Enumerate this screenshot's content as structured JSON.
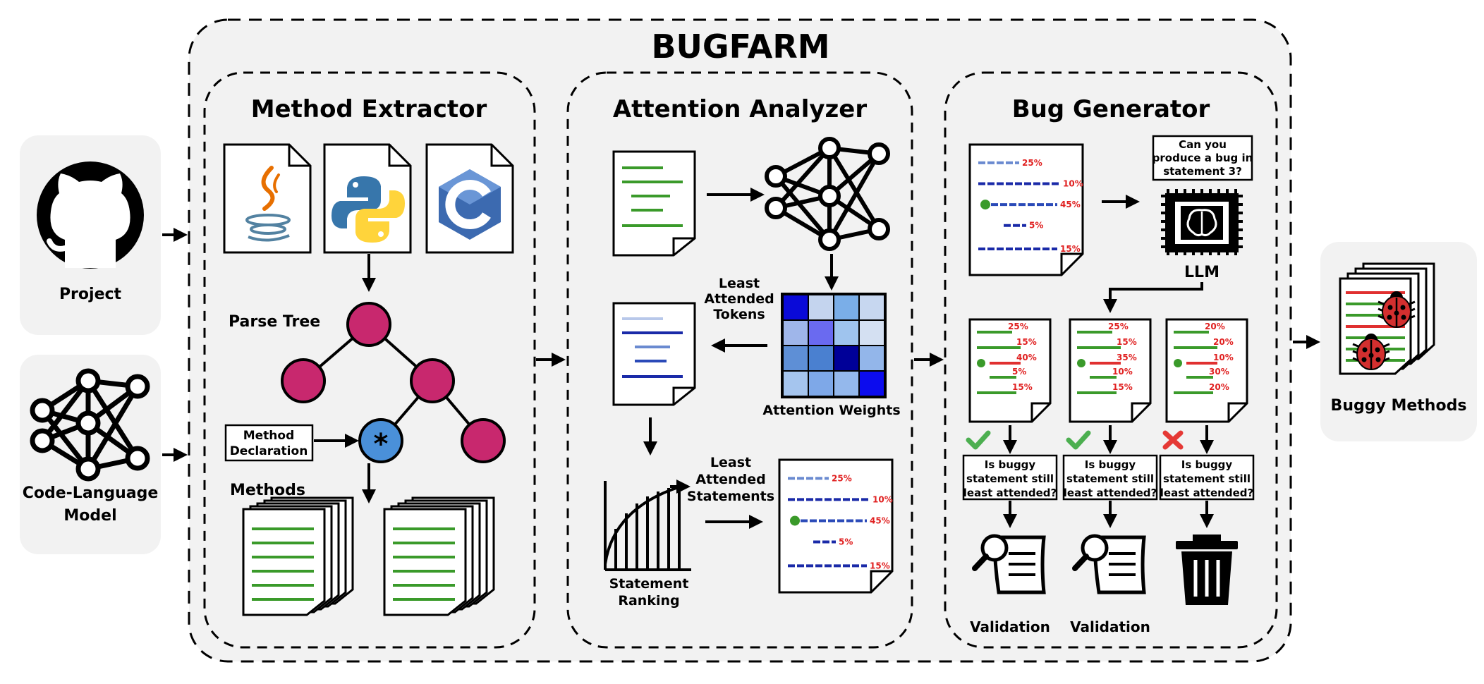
{
  "title": "BUGFARM",
  "inputs": {
    "project": "Project",
    "model_line1": "Code-Language",
    "model_line2": "Model"
  },
  "method_extractor": {
    "title": "Method Extractor",
    "parse_tree": "Parse Tree",
    "decl_line1": "Method",
    "decl_line2": "Declaration",
    "star": "*",
    "methods": "Methods"
  },
  "attention_analyzer": {
    "title": "Attention Analyzer",
    "least_tokens": [
      "Least",
      "Attended",
      "Tokens"
    ],
    "attention_weights": "Attention Weights",
    "least_statements": [
      "Least",
      "Attended",
      "Statements"
    ],
    "ranking": [
      "Statement",
      "Ranking"
    ],
    "doc_percents": [
      "25%",
      "10%",
      "45%",
      "5%",
      "15%"
    ]
  },
  "bug_generator": {
    "title": "Bug Generator",
    "doc_percents": [
      "25%",
      "10%",
      "45%",
      "5%",
      "15%"
    ],
    "prompt": [
      "Can you",
      "produce a bug in",
      "statement 3?"
    ],
    "llm": "LLM",
    "variants": [
      {
        "percents": [
          "25%",
          "15%",
          "40%",
          "5%",
          "15%"
        ],
        "check": "valid",
        "outcome": "Validation"
      },
      {
        "percents": [
          "25%",
          "15%",
          "35%",
          "10%",
          "15%"
        ],
        "check": "valid",
        "outcome": "Validation"
      },
      {
        "percents": [
          "20%",
          "20%",
          "10%",
          "30%",
          "20%"
        ],
        "check": "invalid",
        "outcome": ""
      }
    ],
    "question": [
      "Is buggy",
      "statement still",
      "least attended?"
    ]
  },
  "output": {
    "label": "Buggy Methods"
  },
  "colors": {
    "panel": "#f2f2f2",
    "green_line": "#3a9a2a",
    "red_line": "#e03030",
    "node_pink": "#c8286e",
    "node_blue": "#4a90d9",
    "check": "#4caf50",
    "cross": "#e53935",
    "attention_blues": [
      "#0a0ad8",
      "#c4d4ee",
      "#7aaee8",
      "#c7d7f0",
      "#9fb6ea",
      "#6a6af0",
      "#9fc4ee",
      "#d4e0f2",
      "#5e8fd6",
      "#4a80d0",
      "#000098",
      "#93b6ea",
      "#a5c5ee",
      "#7ea8e8",
      "#94b8ec",
      "#0c0cee"
    ]
  }
}
